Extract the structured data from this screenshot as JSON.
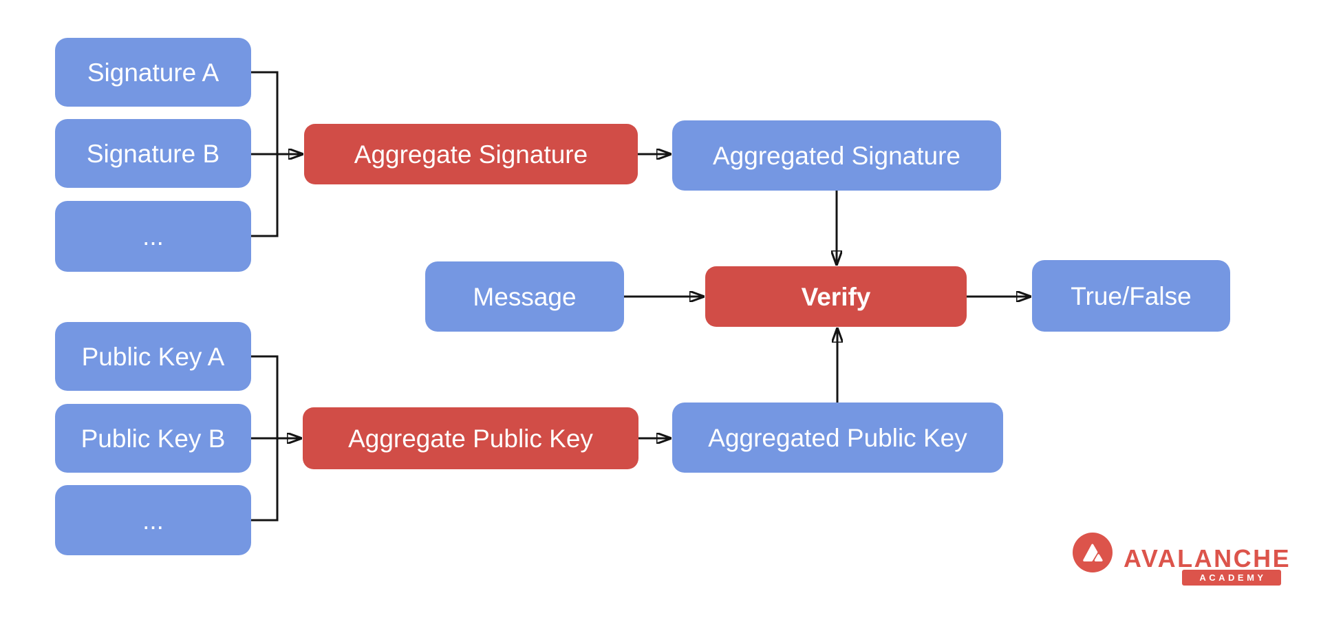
{
  "diagram": {
    "title_hint": "BLS signature aggregation and verification flow",
    "signature_inputs": [
      {
        "label": "Signature A"
      },
      {
        "label": "Signature B"
      },
      {
        "label": "..."
      }
    ],
    "public_key_inputs": [
      {
        "label": "Public Key A"
      },
      {
        "label": "Public Key B"
      },
      {
        "label": "..."
      }
    ],
    "aggregate_signature": {
      "label": "Aggregate Signature"
    },
    "aggregated_signature": {
      "label": "Aggregated Signature"
    },
    "aggregate_public_key": {
      "label": "Aggregate Public Key"
    },
    "aggregated_public_key": {
      "label": "Aggregated Public Key"
    },
    "message": {
      "label": "Message"
    },
    "verify": {
      "label": "Verify"
    },
    "result": {
      "label": "True/False"
    }
  },
  "colors": {
    "node_blue": "#7597E2",
    "node_red": "#D14D47",
    "connector_black": "#141414",
    "logo_red": "#DC544B",
    "node_text": "#FFFFFF",
    "background": "#FFFFFF"
  },
  "logo": {
    "brand": "AVALANCHE",
    "academy": "ACADEMY"
  }
}
